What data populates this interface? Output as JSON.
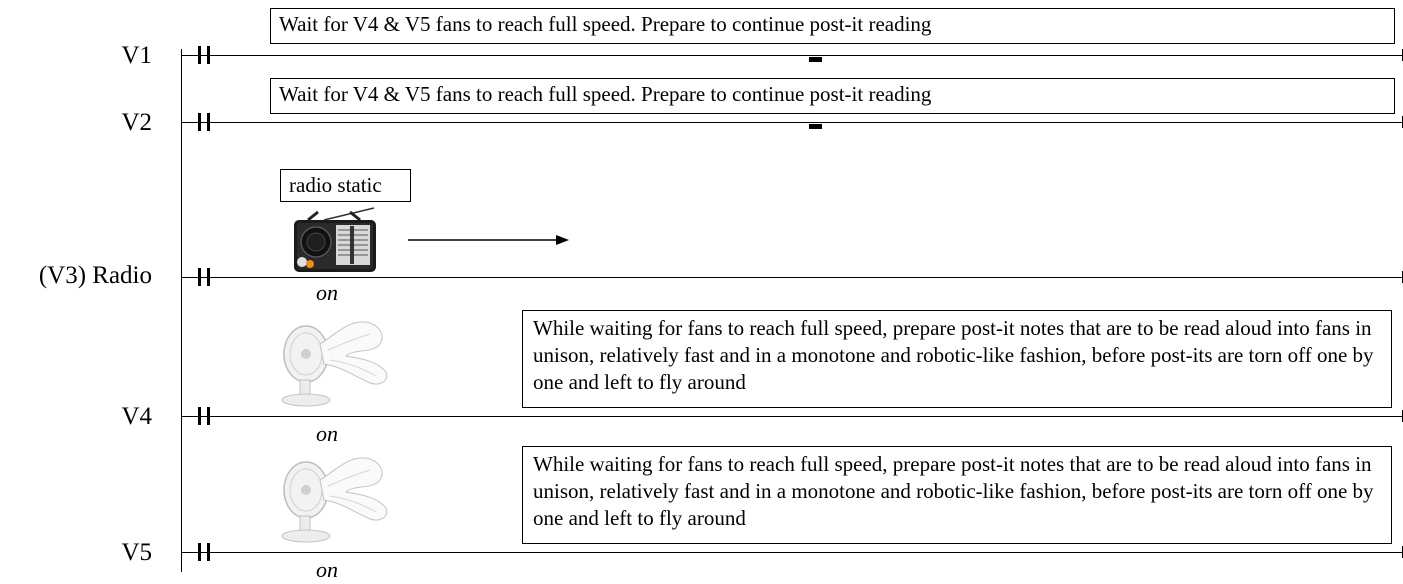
{
  "staves": [
    {
      "label": "V1"
    },
    {
      "label": "V2"
    },
    {
      "label": "(V3) Radio"
    },
    {
      "label": "V4"
    },
    {
      "label": "V5"
    }
  ],
  "instructions": {
    "v1": "Wait for V4 & V5 fans to reach full speed. Prepare to continue post-it reading",
    "v2": "Wait for V4 & V5 fans to reach full speed. Prepare to continue post-it reading",
    "radio_box": "radio static",
    "v4": "While waiting for fans to reach full speed, prepare post-it notes that are to be read aloud into fans in unison, relatively fast and in a monotone and robotic-like fashion, before post-its are torn off one by one and left to fly around",
    "v5": "While waiting for fans to reach full speed, prepare post-it notes that are to be read aloud into fans in unison, relatively fast and in a monotone and robotic-like fashion, before post-its are torn off one by one and left to fly around"
  },
  "markings": {
    "radio_on": "on",
    "v4_on": "on",
    "v5_on": "on"
  },
  "icons": {
    "radio": "radio-icon",
    "fan": "fan-icon",
    "arrow": "arrow-right-icon"
  }
}
